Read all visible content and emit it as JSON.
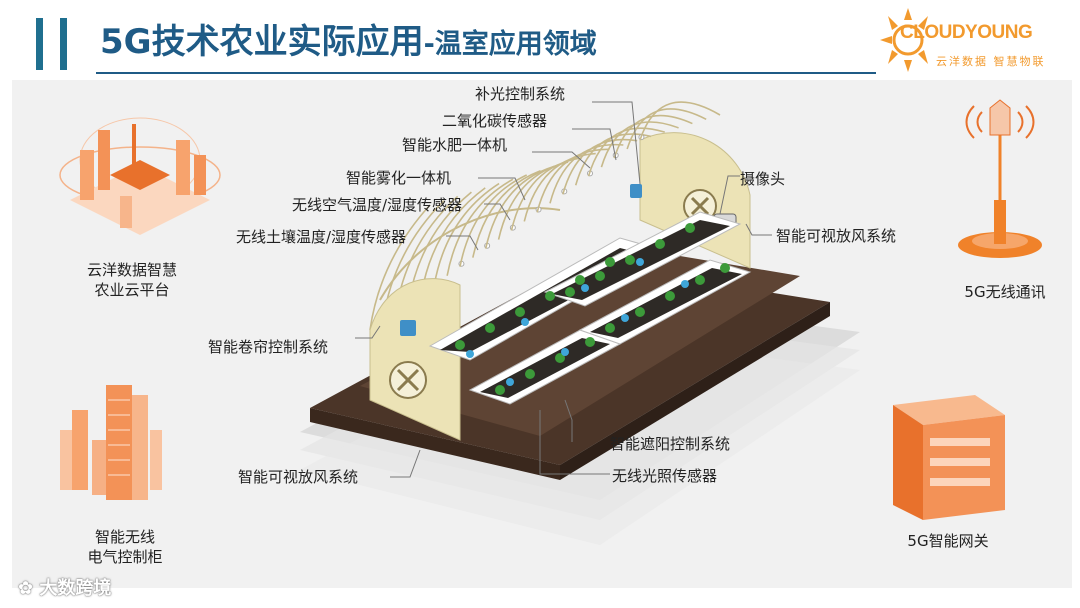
{
  "header": {
    "title_main": "5G技术农业实际应用",
    "title_sub": "-温室应用领域"
  },
  "logo": {
    "name": "CLOUDYOUNG",
    "tagline": "云洋数据 智慧物联"
  },
  "labels": {
    "fill_light": "补光控制系统",
    "co2_sensor": "二氧化碳传感器",
    "water_fert": "智能水肥一体机",
    "camera": "摄像头",
    "mist": "智能雾化一体机",
    "air_temp": "无线空气温度/湿度传感器",
    "soil_temp": "无线土壤温度/湿度传感器",
    "vent_right": "智能可视放风系统",
    "curtain": "智能卷帘控制系统",
    "shade": "智能遮阳控制系统",
    "vent_left": "智能可视放风系统",
    "light_sensor": "无线光照传感器"
  },
  "side_items": {
    "cloud_platform": [
      "云洋数据智慧",
      "农业云平台"
    ],
    "wireless_5g": "5G无线通讯",
    "cabinet": [
      "智能无线",
      "电气控制柜"
    ],
    "gateway": "5G智能网关"
  },
  "watermark": "大数跨境",
  "colors": {
    "title_blue": "#1f5b86",
    "accent_orange": "#f0822a",
    "logo_orange": "#f29a2e",
    "soil_dark": "#4b3528",
    "wall_beige": "#ece3b6"
  }
}
